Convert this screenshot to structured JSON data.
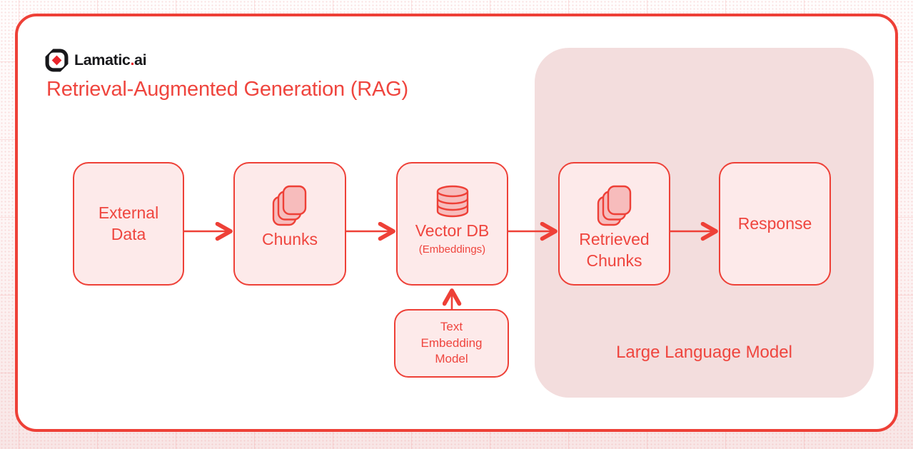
{
  "brand": {
    "part1": "Lamatic",
    "dot": ".",
    "part2": "ai"
  },
  "title": "Retrieval-Augmented Generation (RAG)",
  "colors": {
    "red": "#ee4037",
    "text_red": "#ef453e",
    "node_fill": "#fdeaea",
    "llm_region_fill": "#f3dddd",
    "icon_fill": "#f7bcbc",
    "logo_black": "#18181b",
    "logo_red": "#e8252b",
    "card_bg": "#ffffff"
  },
  "diagram": {
    "nodes": [
      {
        "id": "external-data",
        "label": "External Data"
      },
      {
        "id": "chunks",
        "label": "Chunks",
        "icon": "stacked-cards-icon"
      },
      {
        "id": "vector-db",
        "label": "Vector DB",
        "sublabel": "(Embeddings)",
        "icon": "database-icon"
      },
      {
        "id": "text-embedding-model",
        "label": "Text Embedding Model"
      },
      {
        "id": "retrieved-chunks",
        "label": "Retrieved Chunks",
        "icon": "stacked-cards-icon"
      },
      {
        "id": "response",
        "label": "Response"
      }
    ],
    "group_label": "Large Language Model",
    "edges": [
      {
        "from": "external-data",
        "to": "chunks"
      },
      {
        "from": "chunks",
        "to": "vector-db"
      },
      {
        "from": "vector-db",
        "to": "retrieved-chunks"
      },
      {
        "from": "retrieved-chunks",
        "to": "response"
      },
      {
        "from": "text-embedding-model",
        "to": "vector-db"
      }
    ]
  }
}
